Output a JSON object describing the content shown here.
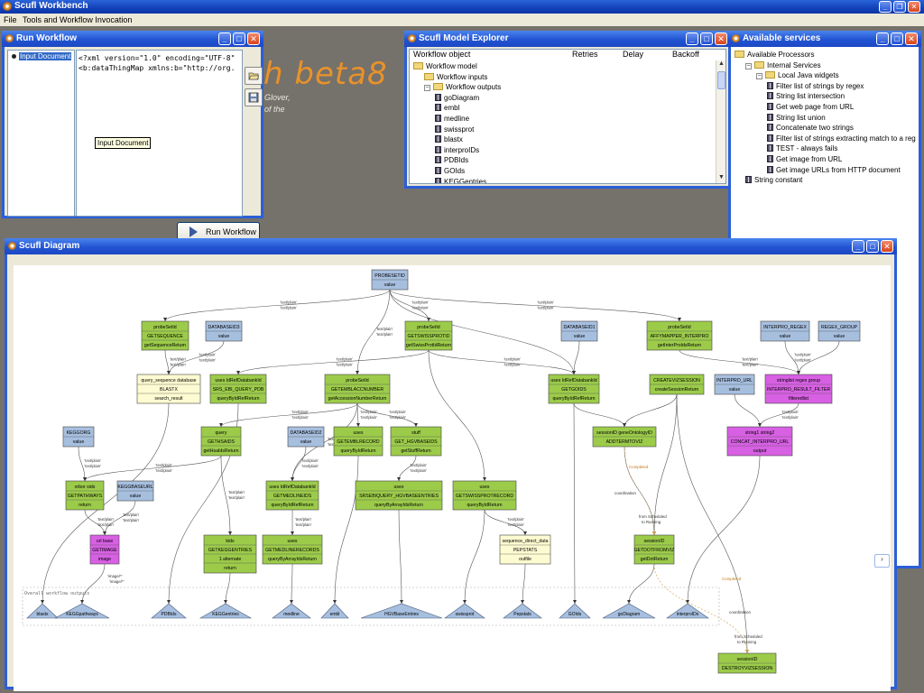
{
  "app": {
    "title": "Scufl Workbench",
    "menu": [
      "File",
      "Tools and Workflow Invocation"
    ],
    "background": {
      "title": "h beta8",
      "line1": "Glover,",
      "line2": "of the"
    }
  },
  "run_workflow": {
    "title": "Run Workflow",
    "input_item": "Input Document",
    "xml_lines": [
      "<?xml version=\"1.0\" encoding=\"UTF-8\"",
      "<b:dataThingMap xmlns:b=\"http://org."
    ],
    "tooltip": "Input Document",
    "run_label": "Run Workflow"
  },
  "model_explorer": {
    "title": "Scufl Model Explorer",
    "columns": [
      "Workflow object",
      "Retries",
      "Delay",
      "Backoff"
    ],
    "tree": [
      {
        "label": "Workflow model",
        "kind": "folder",
        "depth": 0
      },
      {
        "label": "Workflow inputs",
        "kind": "folder",
        "depth": 1
      },
      {
        "label": "Workflow outputs",
        "kind": "folder",
        "depth": 1,
        "expanded": true
      },
      {
        "label": "goDiagram",
        "kind": "port",
        "depth": 2
      },
      {
        "label": "embl",
        "kind": "port",
        "depth": 2
      },
      {
        "label": "medline",
        "kind": "port",
        "depth": 2
      },
      {
        "label": "swissprot",
        "kind": "port",
        "depth": 2
      },
      {
        "label": "blastx",
        "kind": "port",
        "depth": 2
      },
      {
        "label": "interproIDs",
        "kind": "port",
        "depth": 2
      },
      {
        "label": "PDBIds",
        "kind": "port",
        "depth": 2
      },
      {
        "label": "GOIds",
        "kind": "port",
        "depth": 2
      },
      {
        "label": "KEGGentries",
        "kind": "port",
        "depth": 2
      }
    ]
  },
  "available_services": {
    "title": "Available services",
    "tree": [
      {
        "label": "Available Processors",
        "kind": "folder",
        "depth": 0
      },
      {
        "label": "Internal Services",
        "kind": "folder",
        "depth": 1,
        "expanded": true
      },
      {
        "label": "Local Java widgets",
        "kind": "folder",
        "depth": 2,
        "expanded": true
      },
      {
        "label": "Filter list of strings by regex",
        "kind": "port",
        "depth": 3
      },
      {
        "label": "String list intersection",
        "kind": "port",
        "depth": 3
      },
      {
        "label": "Get web page from URL",
        "kind": "port",
        "depth": 3
      },
      {
        "label": "String list union",
        "kind": "port",
        "depth": 3
      },
      {
        "label": "Concatenate two strings",
        "kind": "port",
        "depth": 3
      },
      {
        "label": "Filter list of strings extracting match to a reg",
        "kind": "port",
        "depth": 3
      },
      {
        "label": "TEST - always fails",
        "kind": "port",
        "depth": 3
      },
      {
        "label": "Get image from URL",
        "kind": "port",
        "depth": 3
      },
      {
        "label": "Get image URLs from HTTP document",
        "kind": "port",
        "depth": 3
      },
      {
        "label": "String constant",
        "kind": "port",
        "depth": 1
      }
    ]
  },
  "diagram": {
    "title": "Scufl Diagram",
    "outputs_label": "Overall workflow outputs",
    "edge_text": "'text/plain'",
    "nodes": [
      {
        "id": "probeset",
        "color": "blue",
        "lines": [
          "PROBESETID",
          "value"
        ]
      },
      {
        "id": "getseq",
        "color": "green",
        "lines": [
          "probeSetId",
          "GETSEQUENCE",
          "getSequenceReturn"
        ]
      },
      {
        "id": "db3",
        "color": "blue",
        "lines": [
          "DATABASEID3",
          "value"
        ]
      },
      {
        "id": "getswiss",
        "color": "green",
        "lines": [
          "probeSetId",
          "GETSWISSPROTID",
          "getSwissProtIdReturn"
        ]
      },
      {
        "id": "db1",
        "color": "blue",
        "lines": [
          "DATABASEID1",
          "value"
        ]
      },
      {
        "id": "affyinter",
        "color": "green",
        "lines": [
          "probeSetId",
          "AFFYMAPPER_INTERPRO",
          "getInterProIdsReturn"
        ]
      },
      {
        "id": "ipregex",
        "color": "blue",
        "lines": [
          "INTERPRO_REGEX",
          "value"
        ]
      },
      {
        "id": "regexgroup",
        "color": "blue",
        "lines": [
          "REGEX_GROUP",
          "value"
        ]
      },
      {
        "id": "blastx",
        "color": "yellow",
        "lines": [
          "query_sequence  database",
          "BLASTX",
          "search_result"
        ]
      },
      {
        "id": "srspdb",
        "color": "green",
        "lines": [
          "uses  IdRefDatabankId",
          "SRS_EBI_QUERY_PDB",
          "queryByIdRefReturn"
        ]
      },
      {
        "id": "getembl",
        "color": "green",
        "lines": [
          "probeSetId",
          "GETEMBLACCNUMBER",
          "getAccessionNumberReturn"
        ]
      },
      {
        "id": "getgoids",
        "color": "green",
        "lines": [
          "uses  IdRefDatabankId",
          "GETGOIDS",
          "queryByIdRefReturn"
        ]
      },
      {
        "id": "createviz",
        "color": "green",
        "lines": [
          "CREATEVIZSESSION",
          "createSessionReturn"
        ]
      },
      {
        "id": "ipfilter",
        "color": "magenta",
        "lines": [
          "stringlist  regex  group",
          "INTERPRO_RESULT_FILTER",
          "filteredlist"
        ]
      },
      {
        "id": "ipurl",
        "color": "blue",
        "lines": [
          "INTERPRO_URL",
          "value"
        ]
      },
      {
        "id": "keggorg",
        "color": "blue",
        "lines": [
          "KEGGORG",
          "value"
        ]
      },
      {
        "id": "gethsa",
        "color": "green",
        "lines": [
          "query",
          "GETHSAIDS",
          "getHsaIdsReturn"
        ]
      },
      {
        "id": "db2",
        "color": "blue",
        "lines": [
          "DATABASEID2",
          "value"
        ]
      },
      {
        "id": "getembl2",
        "color": "green",
        "lines": [
          "uses",
          "GETEMBLRECORD",
          "queryByIdReturn"
        ]
      },
      {
        "id": "gethgv",
        "color": "green",
        "lines": [
          "stuff",
          "GET_HGVBASEIDS",
          "getStuffReturn"
        ]
      },
      {
        "id": "addterm",
        "color": "green",
        "lines": [
          "sessionID  geneOntologyID",
          "ADDTERMTOVIZ"
        ]
      },
      {
        "id": "concat",
        "color": "magenta",
        "lines": [
          "string1  string2",
          "CONCAT_INTERPRO_URL",
          "output"
        ]
      },
      {
        "id": "getpath",
        "color": "green",
        "lines": [
          "orbor  sids",
          "GETPATHWAYS",
          "return"
        ]
      },
      {
        "id": "keggurl",
        "color": "blue",
        "lines": [
          "KEGGBASEURL",
          "value"
        ]
      },
      {
        "id": "getmedids",
        "color": "green",
        "lines": [
          "uses  IdRefDatabankId",
          "GETMEDLINEIDS",
          "queryByIdRefReturn"
        ]
      },
      {
        "id": "srshgv",
        "color": "green",
        "lines": [
          "uses",
          "SRSEBIQUERY_HGVBASEENTRIES",
          "queryByArrayIdsReturn"
        ]
      },
      {
        "id": "getswissrec",
        "color": "green",
        "lines": [
          "uses",
          "GETSWISSPROTRECORD",
          "queryByIdReturn"
        ]
      },
      {
        "id": "getimage",
        "color": "magenta",
        "lines": [
          "url  base",
          "GETIMAGE",
          "image"
        ]
      },
      {
        "id": "getkegg",
        "color": "green",
        "lines": [
          "kids",
          "GETKEGGENTRIES",
          "1 alternate",
          "return"
        ]
      },
      {
        "id": "getmedrec",
        "color": "green",
        "lines": [
          "uses",
          "GETMEDLINERECORDS",
          "queryByArrayIdsReturn"
        ]
      },
      {
        "id": "pepstats",
        "color": "yellow",
        "lines": [
          "sequence_direct_data",
          "PEPSTATS",
          "outfile"
        ]
      },
      {
        "id": "getdot",
        "color": "green",
        "lines": [
          "sessionID",
          "GETDOTFROMVIZ",
          "getDotReturn"
        ]
      },
      {
        "id": "destroy",
        "color": "green",
        "lines": [
          "sessionID",
          "DESTROYVIZSESSION"
        ]
      }
    ],
    "outputs": [
      "blastx",
      "KEGGpathways",
      "PDBIds",
      "KEGGentries",
      "medline",
      "embl",
      "HGVBaseEntries",
      "swissprot",
      "Pepstats",
      "GOIds",
      "goDiagram",
      "interproIDs"
    ],
    "edge_notes": {
      "completed": "Completed",
      "coordination": "coordination",
      "from_scheduled": "from Scheduled",
      "to_running": "to Running",
      "image_a": "'image/*'",
      "image_b": "'image/*'"
    }
  },
  "colors": {
    "blue": "#a7bfdf",
    "green": "#9ccb4a",
    "yellow": "#fdfbd1",
    "magenta": "#d760e3",
    "output": "#a7bfdf"
  }
}
